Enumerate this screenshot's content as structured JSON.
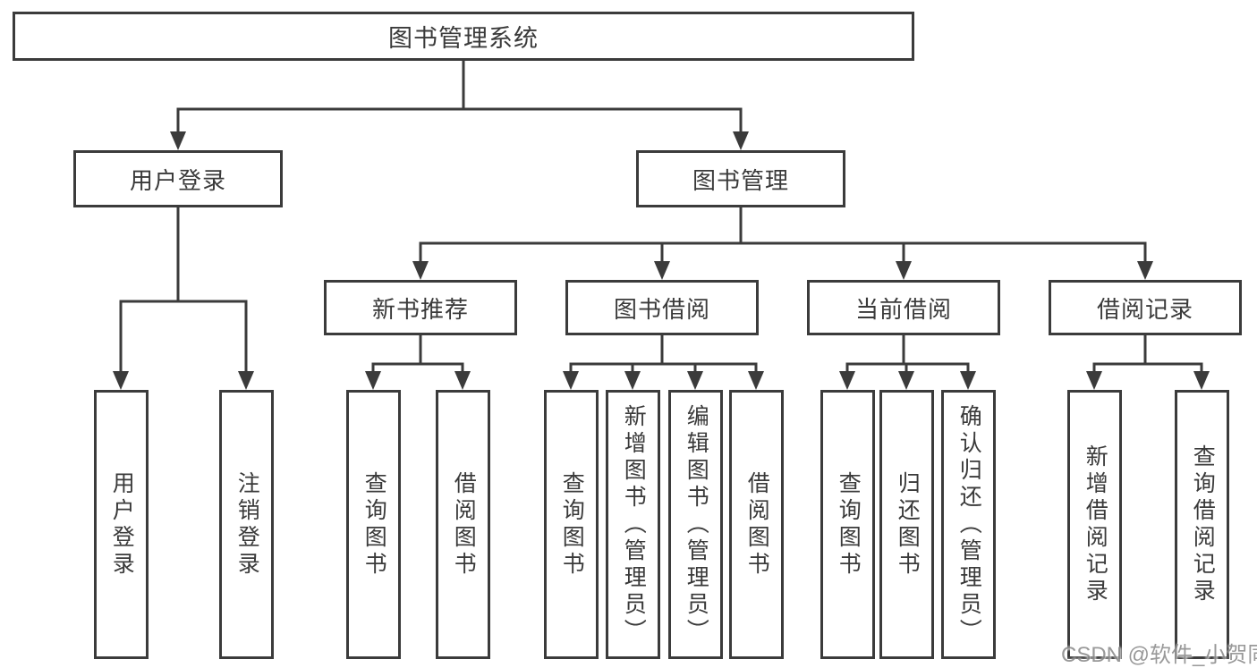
{
  "tree": {
    "root": "图书管理系统",
    "children": [
      {
        "label": "用户登录",
        "leaves": [
          "用户登录",
          "注销登录"
        ]
      },
      {
        "label": "图书管理",
        "sections": [
          {
            "label": "新书推荐",
            "leaves": [
              "查询图书",
              "借阅图书"
            ]
          },
          {
            "label": "图书借阅",
            "leaves": [
              "查询图书",
              "新增图书（管理员）",
              "编辑图书（管理员）",
              "借阅图书"
            ]
          },
          {
            "label": "当前借阅",
            "leaves": [
              "查询图书",
              "归还图书",
              "确认归还（管理员）"
            ]
          },
          {
            "label": "借阅记录",
            "leaves": [
              "新增借阅记录",
              "查询借阅记录"
            ]
          }
        ]
      }
    ]
  },
  "watermark": "CSDN @软件_小贺同学",
  "colors": {
    "line": "#3b3b3b",
    "text": "#3a3a3a",
    "background": "#ffffff",
    "watermark": "#8f8f8f"
  }
}
